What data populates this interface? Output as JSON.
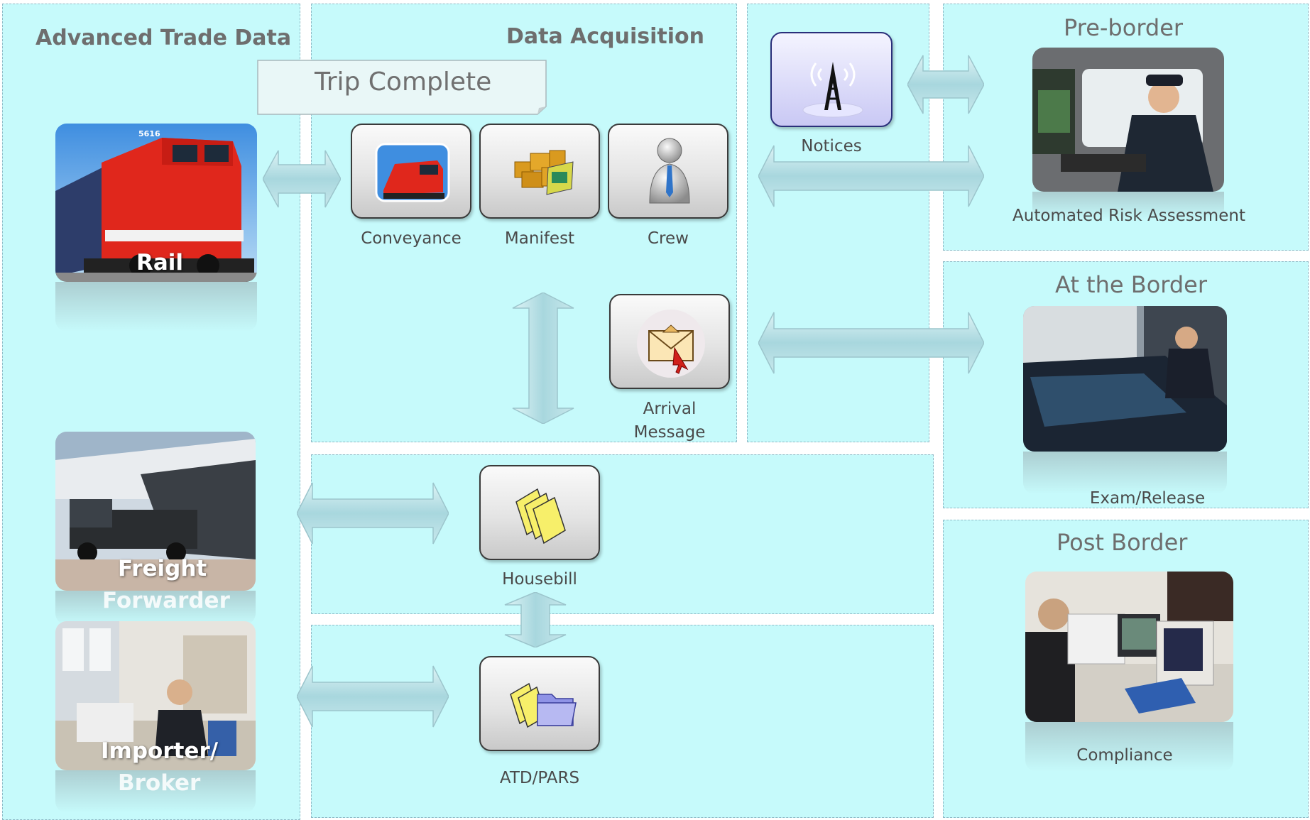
{
  "sections": {
    "advanced_trade_data": "Advanced Trade Data",
    "data_acquisition": "Data Acquisition",
    "pre_border": "Pre-border",
    "at_the_border": "At the Border",
    "post_border": "Post Border"
  },
  "callout": {
    "trip_complete": "Trip Complete"
  },
  "sources": {
    "rail": "Rail",
    "freight_forwarder_line1": "Freight",
    "freight_forwarder_line2": "Forwarder",
    "importer_line1": "Importer/",
    "importer_line2": "Broker"
  },
  "data_items": {
    "conveyance": "Conveyance",
    "manifest": "Manifest",
    "crew": "Crew",
    "arrival_line1": "Arrival",
    "arrival_line2": "Message",
    "housebill": "Housebill",
    "atd_pars": "ATD/PARS",
    "notices": "Notices"
  },
  "processes": {
    "risk_assessment": "Automated Risk Assessment",
    "exam_release": "Exam/Release",
    "compliance": "Compliance"
  },
  "photo_labels": {
    "locomotive_number": "5616"
  },
  "colors": {
    "panel_bg": "#c6fafb",
    "arrow_fill": "#b4dfe5",
    "rail_red": "#e0271c"
  }
}
